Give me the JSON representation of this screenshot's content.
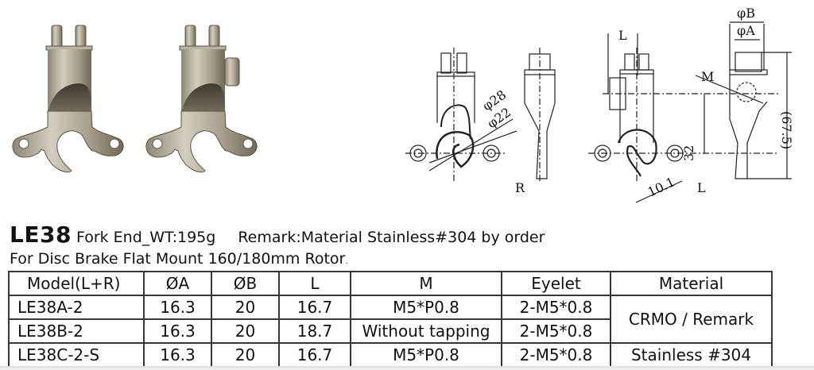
{
  "product": {
    "model": "LE38",
    "name_weight": "Fork End_WT:195g",
    "remark": "Remark:Material Stainless#304 by order",
    "subtitle": "For Disc Brake Flat Mount 160/180mm Rotor",
    "subtitle_dot": "."
  },
  "renders": {
    "left_label": "fork-end-render-plain",
    "right_label": "fork-end-render-with-boss"
  },
  "drawings": {
    "right_view": {
      "side_label": "R",
      "dim_28": "φ28",
      "dim_22": "φ22"
    },
    "left_view": {
      "side_label": "L",
      "dim_L": "L",
      "dim_B": "φB",
      "dim_A": "φA",
      "dim_M": "M",
      "dim_32": "32",
      "dim_67_5": "(67.5)",
      "dim_10_1": "10.1"
    }
  },
  "table": {
    "headers": [
      "Model(L+R)",
      "ØA",
      "ØB",
      "L",
      "M",
      "Eyelet",
      "Material"
    ],
    "rows": [
      {
        "model": "LE38A-2",
        "a": "16.3",
        "b": "20",
        "l": "16.7",
        "m": "M5*P0.8",
        "eyelet": "2-M5*0.8",
        "material": "CRMO / Remark"
      },
      {
        "model": "LE38B-2",
        "a": "16.3",
        "b": "20",
        "l": "18.7",
        "m": "Without tapping",
        "eyelet": "2-M5*0.8",
        "material": ""
      },
      {
        "model": "LE38C-2-S",
        "a": "16.3",
        "b": "20",
        "l": "16.7",
        "m": "M5*P0.8",
        "eyelet": "2-M5*0.8",
        "material": "Stainless #304"
      }
    ]
  },
  "colors": {
    "metal_light": "#c9c3b4",
    "metal_mid": "#9e9684",
    "metal_dark": "#5a5446",
    "line": "#222222",
    "table_border": "#3a3634"
  }
}
